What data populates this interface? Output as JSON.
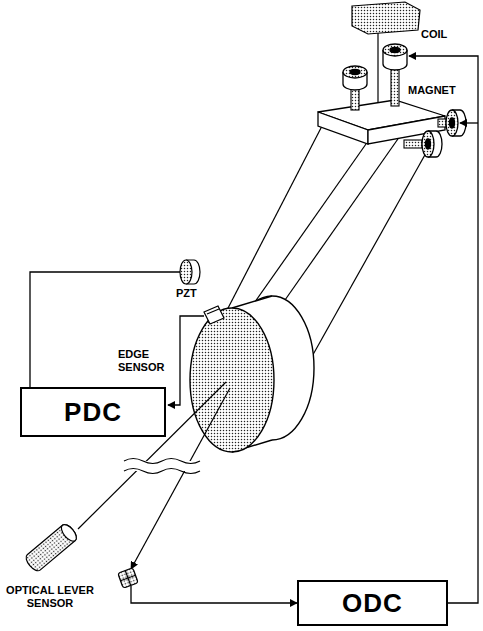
{
  "diagram": {
    "nodes": [
      {
        "text": [
          "PDC"
        ]
      },
      {
        "text": [
          "ODC"
        ]
      }
    ],
    "labels": [
      "COIL",
      "MAGNET",
      "PZT",
      "EDGE SENSOR",
      "OPTICAL LEVER SENSOR"
    ]
  }
}
